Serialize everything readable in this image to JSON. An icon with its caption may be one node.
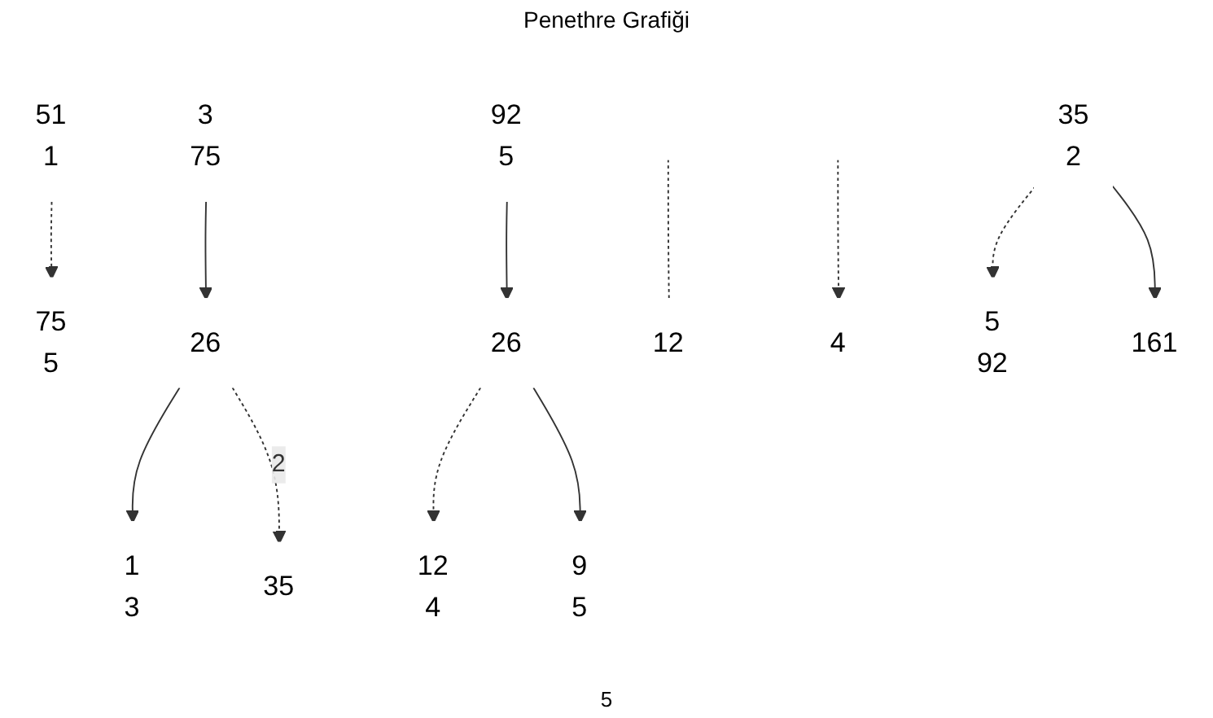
{
  "diagram": {
    "title": "Penethre Grafiği",
    "nodes": [
      {
        "text": [
          "51",
          "1"
        ]
      },
      {
        "text": [
          "75",
          "5"
        ]
      },
      {
        "text": [
          "26"
        ]
      },
      {
        "text": [
          "1",
          "3"
        ]
      },
      {
        "text": [
          "35"
        ]
      },
      {
        "text": [
          "3",
          "75"
        ]
      },
      {
        "text": [
          "26"
        ]
      },
      {
        "text": [
          "12",
          "4"
        ]
      },
      {
        "text": [
          "9",
          "5"
        ]
      },
      {
        "text": [
          "92",
          "5"
        ]
      },
      {
        "text": [
          "12"
        ]
      },
      {
        "text": [
          "4"
        ]
      },
      {
        "text": [
          "35",
          "2"
        ]
      },
      {
        "text": [
          "5",
          "92"
        ]
      },
      {
        "text": [
          "161"
        ]
      }
    ],
    "edges": [
      {
        "from": 0,
        "to": 1,
        "arrow": "to",
        "style": "dashed"
      },
      {
        "from": 2,
        "to": 3,
        "arrow": "to"
      },
      {
        "from": 2,
        "to": 4,
        "arrow": "to",
        "style": "dashed",
        "label": "2"
      },
      {
        "from": 5,
        "to": 2,
        "arrow": "to"
      },
      {
        "from": 6,
        "to": 7,
        "arrow": "to",
        "style": "dashed"
      },
      {
        "from": 6,
        "to": 8,
        "arrow": "to"
      },
      {
        "from": 9,
        "to": 6,
        "arrow": "to"
      },
      {
        "from": null,
        "to": 10,
        "arrow": "none",
        "style": "dashed"
      },
      {
        "from": null,
        "to": 11,
        "arrow": "to",
        "style": "dashed"
      },
      {
        "from": 12,
        "to": 13,
        "arrow": "to",
        "style": "dashed"
      },
      {
        "from": 12,
        "to": 14,
        "arrow": "to"
      }
    ],
    "labels": [
      "5"
    ]
  }
}
